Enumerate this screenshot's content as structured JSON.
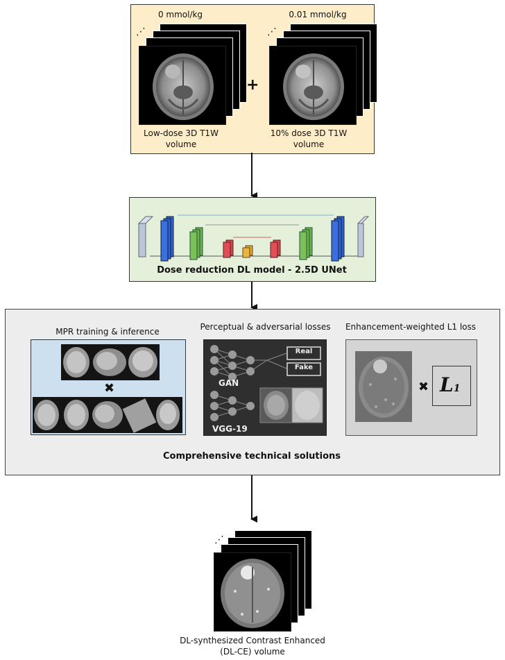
{
  "input": {
    "left_dose": "0 mmol/kg",
    "right_dose": "0.01 mmol/kg",
    "left_caption_1": "Low-dose 3D T1W",
    "left_caption_2": "volume",
    "right_caption_1": "10% dose 3D T1W",
    "right_caption_2": "volume",
    "plus": "+"
  },
  "model": {
    "title": "Dose reduction DL model - 2.5D UNet"
  },
  "tech": {
    "mpr_title": "MPR training & inference",
    "gan_title": "Perceptual & adversarial losses",
    "l1_title": "Enhancement-weighted L1 loss",
    "gan_real": "Real",
    "gan_fake": "Fake",
    "gan_label": "GAN",
    "vgg_label": "VGG-19",
    "l1_symbol": "L",
    "l1_sub": "1",
    "times": "✖",
    "footer": "Comprehensive technical solutions"
  },
  "output": {
    "caption_1": "DL-synthesized Contrast Enhanced",
    "caption_2": "(DL-CE) volume"
  },
  "ellipsis": "⋰",
  "colors": {
    "input_bg": "#fdedc8",
    "model_bg": "#e4f0d9",
    "tech_bg": "#ededed",
    "mpr_bg": "#cde0f0",
    "unet_blue": "#2f62d6",
    "unet_green": "#6fb04f",
    "unet_red": "#d9434b",
    "unet_yellow": "#e0a92a",
    "unet_gray": "#b9c7d8"
  }
}
